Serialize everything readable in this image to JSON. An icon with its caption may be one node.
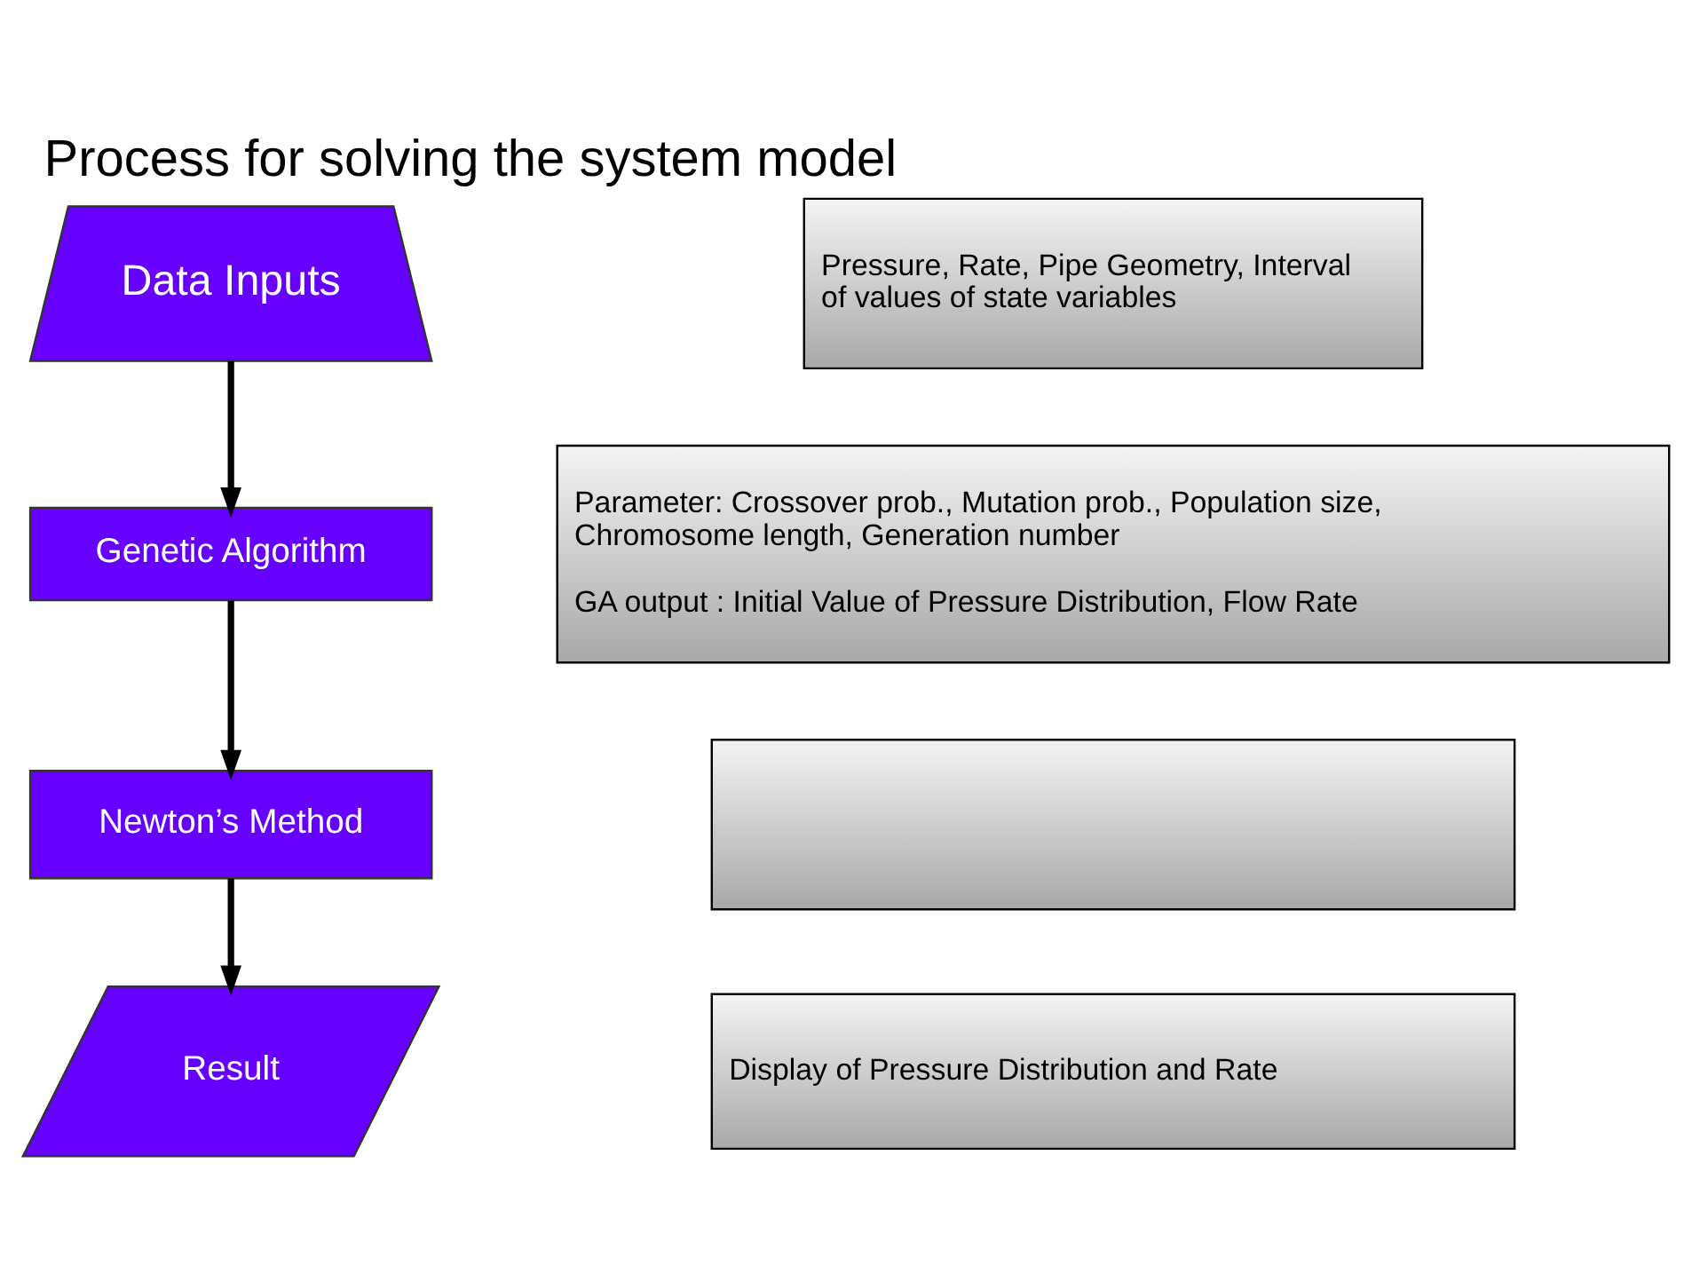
{
  "diagram": {
    "title": "Process for solving the system model",
    "nodes": [
      {
        "text": [
          "Data Inputs"
        ]
      },
      {
        "text": [
          "Pressure, Rate, Pipe Geometry, Interval of values of state variables"
        ]
      },
      {
        "text": [
          "Genetic Algorithm"
        ]
      },
      {
        "text": [
          "Parameter: Crossover prob., Mutation prob., Population size, Chromosome length, Generation number",
          "GA output : Initial Value of Pressure Distribution, Flow Rate"
        ]
      },
      {
        "text": [
          "Newton’s Method"
        ]
      },
      {
        "text": [],
        "shape": "box"
      },
      {
        "text": [
          "Result"
        ]
      },
      {
        "text": [
          "Display of Pressure Distribution and Rate"
        ]
      }
    ],
    "edges": [
      {
        "from": 0,
        "to": 2,
        "arrow": "to"
      },
      {
        "from": 2,
        "to": 4,
        "arrow": "to"
      },
      {
        "from": 4,
        "to": 6,
        "arrow": "to"
      }
    ]
  }
}
